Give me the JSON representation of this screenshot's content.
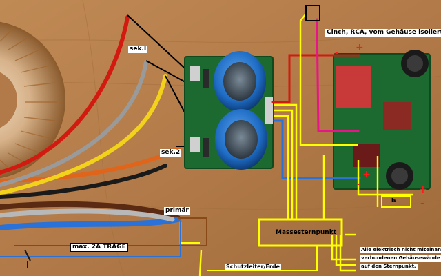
{
  "labels": {
    "cinch": "Cinch, RCA, vom Gehäuse isoliert",
    "sek1": "sek.I",
    "sek2": "sek.2",
    "primaer": "primär",
    "fuse": "max. 2A TRÄGE",
    "ground_star": "Massesternpunkt",
    "case_note_line1": "Alle elektrisch nicht miteinander",
    "case_note_line2": "verbundenen Gehäusewände kommen",
    "case_note_line3": "auf den Sternpunkt.",
    "protective_earth": "Schutzleiter/Erde",
    "ls": "ls"
  },
  "polarity": {
    "top_plus": "+",
    "top_minus": "-",
    "bottom_plus_1": "+",
    "bottom_minus_1": "-",
    "bottom_plus_2": "+",
    "bottom_minus_2": "-"
  },
  "colors": {
    "background": "#b27a48",
    "wire_red": "#d21a10",
    "wire_yellow": "#f2e21a",
    "wire_blue": "#2a72d8",
    "wire_pink": "#e8148a",
    "wire_brown": "#5a2a12",
    "pcb_green": "#1c6a30",
    "capacitor_blue": "#1e6cc4",
    "annotation_yellow": "#ffff00"
  }
}
